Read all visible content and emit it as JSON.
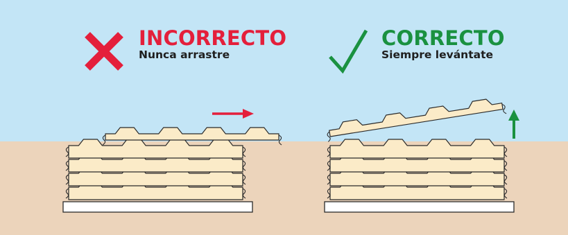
{
  "colors": {
    "sky": "#c3e5f6",
    "ground": "#ecd4bb",
    "panel_fill": "#fbebc8",
    "panel_stroke": "#2a2a2a",
    "base_fill": "#ffffff",
    "incorrect": "#e41f3b",
    "correct": "#1a9140",
    "move_arrow": "#e41f3b",
    "lift_arrow": "#1a9140"
  },
  "incorrect": {
    "title": "INCORRECTO",
    "subtitle": "Nunca arrastre",
    "icon": "cross-icon",
    "arrow": "arrow-right-icon"
  },
  "correct": {
    "title": "CORRECTO",
    "subtitle": "Siempre levántate",
    "icon": "check-icon",
    "arrow": "arrow-up-icon"
  }
}
